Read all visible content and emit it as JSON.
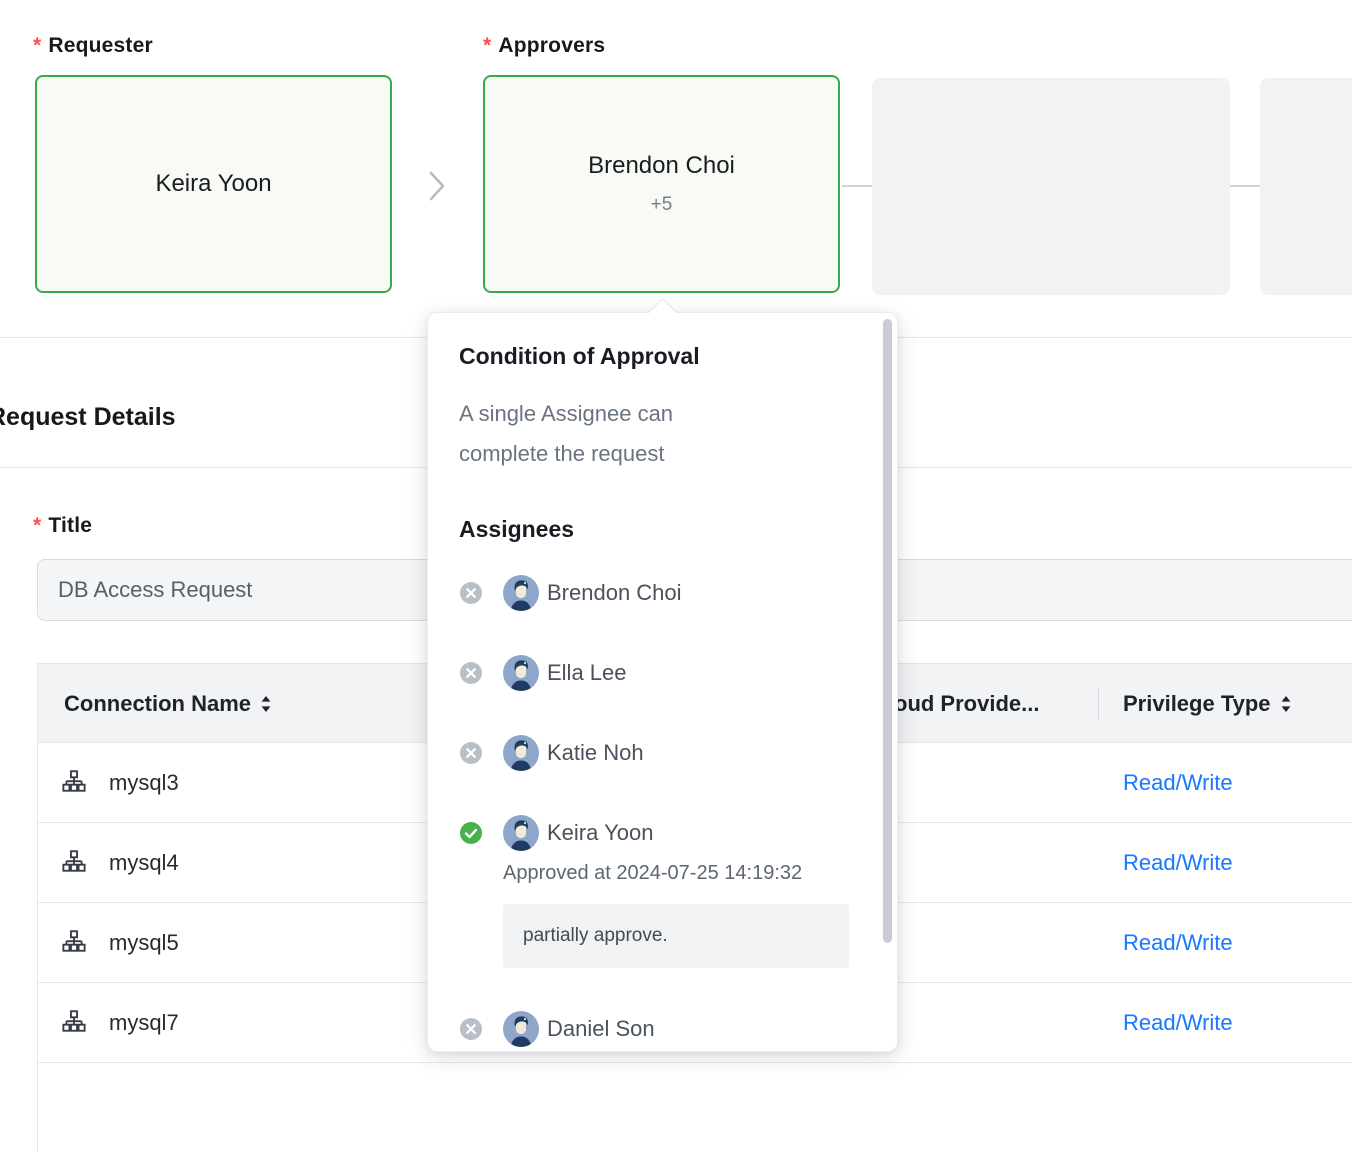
{
  "marks": {
    "required": "*"
  },
  "workflow": {
    "requester_label": "Requester",
    "approvers_label": "Approvers",
    "requester_name": "Keira Yoon",
    "approver_name": "Brendon Choi",
    "approver_extra": "+5"
  },
  "popover": {
    "condition_title": "Condition of Approval",
    "condition_text": "A single Assignee can complete the request",
    "assignees_title": "Assignees",
    "assignees": [
      {
        "name": "Brendon Choi",
        "status": "pending"
      },
      {
        "name": "Ella Lee",
        "status": "pending"
      },
      {
        "name": "Katie Noh",
        "status": "pending"
      },
      {
        "name": "Keira Yoon",
        "status": "approved",
        "approved_at": "Approved at 2024-07-25 14:19:32",
        "comment": "partially approve."
      },
      {
        "name": "Daniel Son",
        "status": "pending"
      }
    ]
  },
  "details": {
    "section_title": "Request Details",
    "title_label": "Title",
    "title_value": "DB Access Request"
  },
  "table": {
    "col_connection": "Connection Name",
    "col_cloud_provider": "Cloud Provide...",
    "col_privilege": "Privilege Type",
    "rows": [
      {
        "connection": "mysql3",
        "privilege": "Read/Write"
      },
      {
        "connection": "mysql4",
        "privilege": "Read/Write"
      },
      {
        "connection": "mysql5",
        "privilege": "Read/Write"
      },
      {
        "connection": "mysql7",
        "privilege": "Read/Write"
      }
    ]
  },
  "colors": {
    "accent_green": "#3aa84c",
    "success_green": "#47b14b",
    "pending_gray": "#b9bfc7",
    "link_blue": "#1677ff",
    "required_red": "#ff4d4f"
  }
}
